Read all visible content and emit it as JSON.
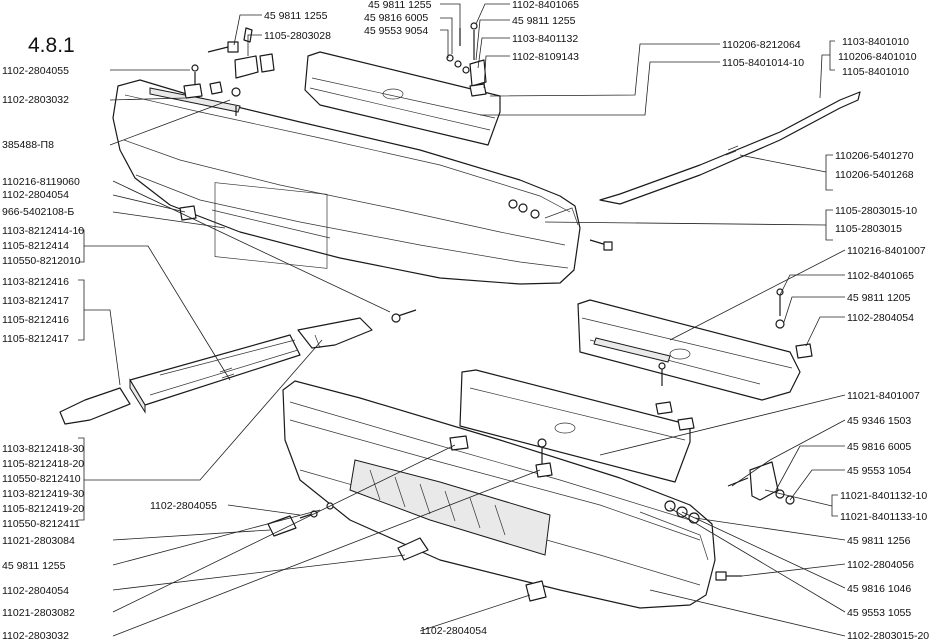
{
  "figure_number": "4.8.1",
  "labels": {
    "l_110228040_a": "1102-2804055",
    "l_110228030": "1102-2803032",
    "l_385488": "385488-П8",
    "l_110216_8119060": "110216-8119060",
    "l_110228040_b": "1102-2804054",
    "l_966": "966-5402108-Б",
    "l_1103_8212414": "1103-8212414-10",
    "l_1105_8212414": "1105-8212414",
    "l_110550_8212010": "110550-8212010",
    "l_1103_8212416": "1103-8212416",
    "l_1103_8212417": "1103-8212417",
    "l_1105_8212416": "1105-8212416",
    "l_1105_8212417": "1105-8212417",
    "l_1103_8212418": "1103-8212418-30",
    "l_1105_8212418": "1105-8212418-20",
    "l_110550_8212410": "110550-8212410",
    "l_1103_8212419": "1103-8212419-30",
    "l_1105_8212419": "1105-8212419-20",
    "l_110550_8212411": "110550-8212411",
    "l_1102_2804055_b": "1102-2804055",
    "l_11021_2803084": "11021-2803084",
    "l_45_9811_1255_l": "45 9811 1255",
    "l_1102_2804054_l": "1102-2804054",
    "l_11021_2803082": "11021-2803082",
    "l_1102_2803032_b": "1102-2803032",
    "l_1102_2804054_bottom": "1102-2804054",
    "l_45_9811_1255_t1": "45 9811 1255",
    "l_1105_2803028": "1105-2803028",
    "l_45_9811_1255_t2": "45 9811 1255",
    "l_45_9816_6005_t": "45 9816 6005",
    "l_45_9553_9054": "45 9553 9054",
    "l_1102_8401065_t": "1102-8401065",
    "l_45_9811_1255_t3": "45 9811 1255",
    "l_1103_8401132": "1103-8401132",
    "l_1102_8109143": "1102-8109143",
    "l_110206_8212064": "110206-8212064",
    "l_1105_8401014": "1105-8401014-10",
    "l_1103_8401010": "1103-8401010",
    "l_110206_8401010": "110206-8401010",
    "l_1105_8401010": "1105-8401010",
    "l_110206_5401270": "110206-5401270",
    "l_110206_5401268": "110206-5401268",
    "l_1105_2803015_10": "1105-2803015-10",
    "l_1105_2803015": "1105-2803015",
    "l_110216_8401007": "110216-8401007",
    "l_1102_8401065_r": "1102-8401065",
    "l_45_9811_1205": "45 9811 1205",
    "l_1102_2804054_r": "1102-2804054",
    "l_11021_8401007": "11021-8401007",
    "l_45_9346_1503": "45 9346 1503",
    "l_45_9816_6005_r": "45 9816 6005",
    "l_45_9553_1054": "45 9553 1054",
    "l_11021_8401132": "11021-8401132-10",
    "l_11021_8401133": "11021-8401133-10",
    "l_45_9811_1256": "45 9811 1256",
    "l_1102_2804056": "1102-2804056",
    "l_45_9816_1046": "45 9816 1046",
    "l_45_9553_1055": "45 9553 1055",
    "l_1102_2803015_20": "1102-2803015-20"
  }
}
